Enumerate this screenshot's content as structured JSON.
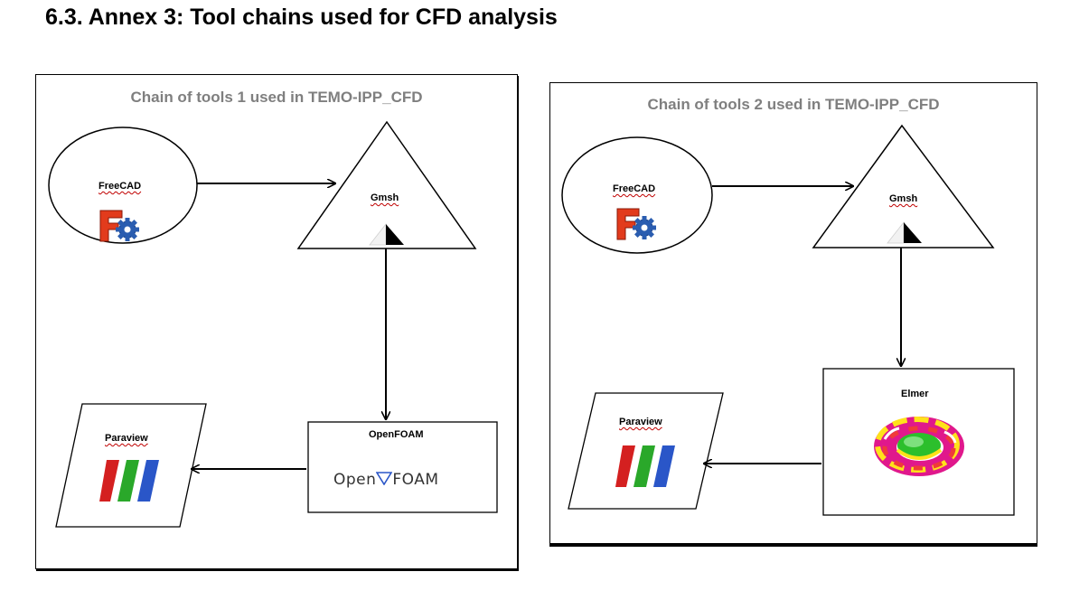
{
  "heading": "6.3. Annex 3: Tool chains used for CFD analysis",
  "chain1": {
    "title": "Chain of tools 1 used in TEMO-IPP_CFD",
    "freecad": "FreeCAD",
    "gmsh": "Gmsh",
    "openfoam": "OpenFOAM",
    "openfoam_logo_left": "Open",
    "openfoam_logo_right": "FOAM",
    "paraview": "Paraview"
  },
  "chain2": {
    "title": "Chain of tools 2 used in TEMO-IPP_CFD",
    "freecad": "FreeCAD",
    "gmsh": "Gmsh",
    "elmer": "Elmer",
    "paraview": "Paraview"
  },
  "colors": {
    "title_gray": "#7f7f7f",
    "freecad_red": "#e23b1c",
    "freecad_blue": "#2a5db0",
    "paraview_red": "#d42020",
    "paraview_green": "#2aa82a",
    "paraview_blue": "#2a56c8",
    "spellcheck_squiggle": "#c00000"
  }
}
